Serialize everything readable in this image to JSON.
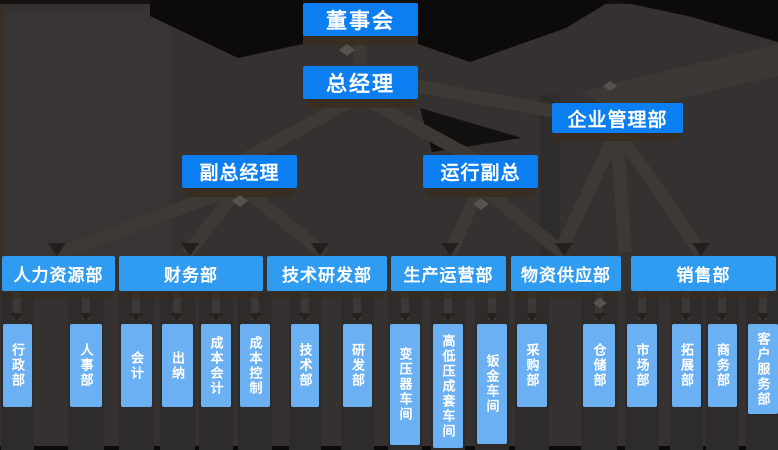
{
  "colors": {
    "background": "#343130",
    "executive_box_blue": "#0b7ef2",
    "department_box_blue": "#2f9bf1",
    "sub_department_box_blue": "#6ab0f2",
    "text": "#ffffff",
    "connector_gray": "#3d3a36"
  },
  "org": {
    "top": [
      {
        "id": "board",
        "label": "董事会"
      },
      {
        "id": "general-manager",
        "label": "总经理"
      },
      {
        "id": "enterprise-management",
        "label": "企业管理部"
      },
      {
        "id": "deputy-general-manager",
        "label": "副总经理"
      },
      {
        "id": "operations-vp",
        "label": "运行副总"
      }
    ],
    "departments": [
      {
        "id": "hr",
        "label": "人力资源部"
      },
      {
        "id": "finance",
        "label": "财务部"
      },
      {
        "id": "tech-rd",
        "label": "技术研发部"
      },
      {
        "id": "production-ops",
        "label": "生产运营部"
      },
      {
        "id": "material-supply",
        "label": "物资供应部"
      },
      {
        "id": "sales",
        "label": "销售部"
      }
    ],
    "sub_departments": [
      {
        "id": "admin",
        "label": "行政部",
        "parent": "人力资源部"
      },
      {
        "id": "personnel",
        "label": "人事部",
        "parent": "人力资源部"
      },
      {
        "id": "accounting",
        "label": "会计",
        "parent": "财务部"
      },
      {
        "id": "cashier",
        "label": "出纳",
        "parent": "财务部"
      },
      {
        "id": "cost-accounting",
        "label": "成本会计",
        "parent": "财务部"
      },
      {
        "id": "cost-control",
        "label": "成本控制",
        "parent": "财务部"
      },
      {
        "id": "technology",
        "label": "技术部",
        "parent": "技术研发部"
      },
      {
        "id": "rd",
        "label": "研发部",
        "parent": "技术研发部"
      },
      {
        "id": "transformer-workshop",
        "label": "变压器车间",
        "parent": "生产运营部"
      },
      {
        "id": "hv-lv-assembly-workshop",
        "label": "高低压成套车间",
        "parent": "生产运营部"
      },
      {
        "id": "sheet-metal-workshop",
        "label": "钣金车间",
        "parent": "生产运营部"
      },
      {
        "id": "purchasing",
        "label": "采购部",
        "parent": "物资供应部"
      },
      {
        "id": "warehouse",
        "label": "仓储部",
        "parent": "物资供应部"
      },
      {
        "id": "marketing",
        "label": "市场部",
        "parent": "销售部"
      },
      {
        "id": "expansion",
        "label": "拓展部",
        "parent": "销售部"
      },
      {
        "id": "business",
        "label": "商务部",
        "parent": "销售部"
      },
      {
        "id": "customer-service",
        "label": "客户服务部",
        "parent": "销售部"
      }
    ]
  }
}
